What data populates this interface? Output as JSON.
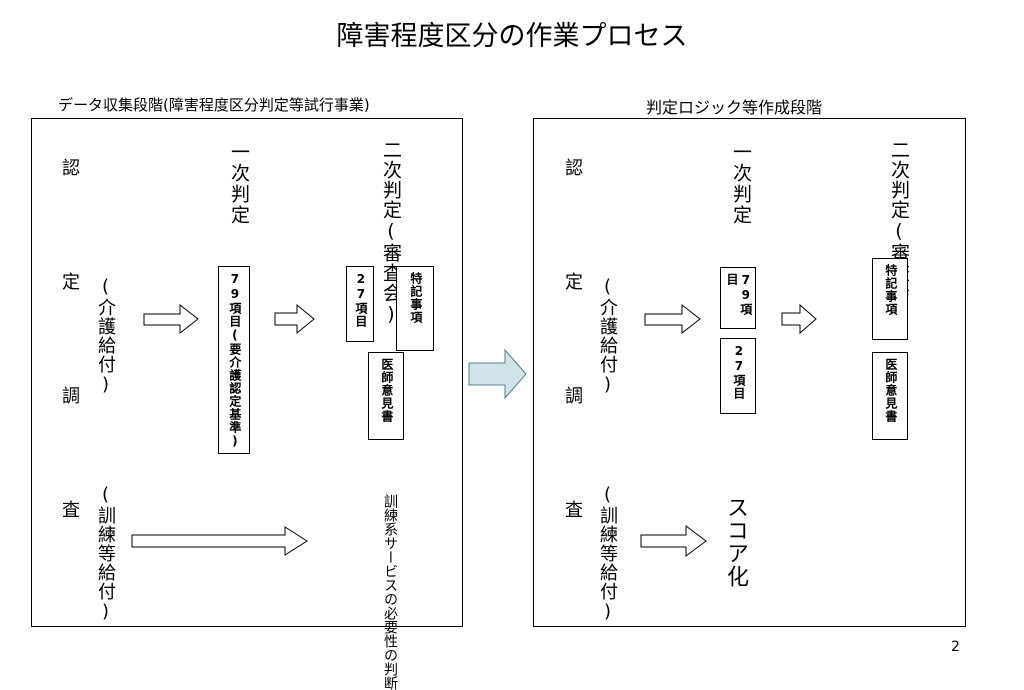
{
  "title": "障害程度区分の作業プロセス",
  "page_number": "2",
  "left_panel": {
    "heading": "データ収集段階(障害程度区分判定等試行事業)",
    "survey_label": "認定調査",
    "kaigo_label": "(介護給付)",
    "kunren_label": "(訓練等給付)",
    "col_primary": "一次判定",
    "col_secondary": "二次判定(審査会)",
    "box_79": "79項目(要介護認定基準)",
    "box_27": "27項目",
    "box_tokki": "特記事項",
    "box_ishi": "医師意見書",
    "kunren_result": "訓練系サービスの必要性の判断"
  },
  "right_panel": {
    "heading": "判定ロジック等作成段階",
    "survey_label": "認定調査",
    "kaigo_label": "(介護給付)",
    "kunren_label": "(訓練等給付)",
    "col_primary": "一次判定",
    "col_secondary": "二次判定(審査会)",
    "box_79": "79項目",
    "box_27": "27項目",
    "box_tokki": "特記事項",
    "box_ishi": "医師意見書",
    "kunren_result": "スコア化"
  },
  "colors": {
    "transition_arrow_fill": "#cfe3e8",
    "transition_arrow_stroke": "#5a7f8a"
  }
}
